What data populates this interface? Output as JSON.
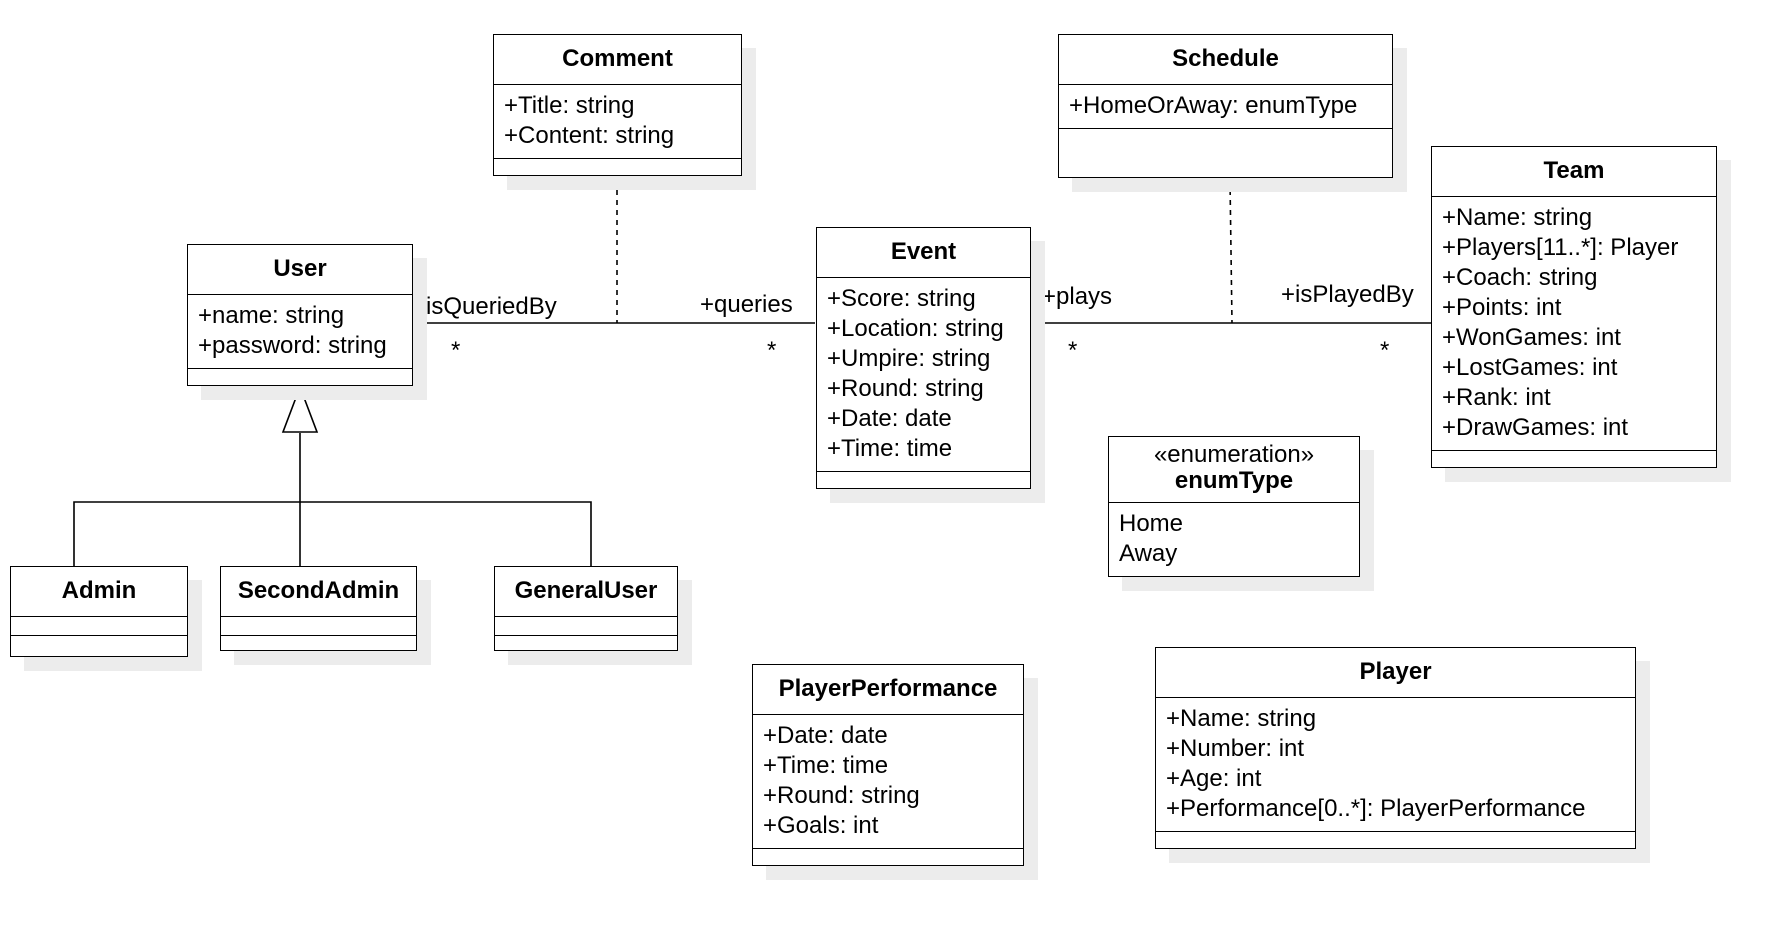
{
  "classes": {
    "comment": {
      "name": "Comment",
      "attributes": [
        "+Title: string",
        "+Content: string"
      ]
    },
    "schedule": {
      "name": "Schedule",
      "attributes": [
        "+HomeOrAway: enumType"
      ]
    },
    "user": {
      "name": "User",
      "attributes": [
        "+name: string",
        "+password: string"
      ]
    },
    "event": {
      "name": "Event",
      "attributes": [
        "+Score: string",
        "+Location: string",
        "+Umpire: string",
        "+Round: string",
        "+Date: date",
        "+Time: time"
      ]
    },
    "team": {
      "name": "Team",
      "attributes": [
        "+Name: string",
        "+Players[11..*]: Player",
        "+Coach: string",
        "+Points: int",
        "+WonGames: int",
        "+LostGames: int",
        "+Rank: int",
        "+DrawGames: int"
      ]
    },
    "enum_type": {
      "stereotype": "«enumeration»",
      "name": "enumType",
      "literals": [
        "Home",
        "Away"
      ]
    },
    "admin": {
      "name": "Admin"
    },
    "second_admin": {
      "name": "SecondAdmin"
    },
    "general_user": {
      "name": "GeneralUser"
    },
    "player_performance": {
      "name": "PlayerPerformance",
      "attributes": [
        "+Date: date",
        "+Time: time",
        "+Round: string",
        "+Goals: int"
      ]
    },
    "player": {
      "name": "Player",
      "attributes": [
        "+Name: string",
        "+Number: int",
        "+Age: int",
        "+Performance[0..*]: PlayerPerformance"
      ]
    }
  },
  "associations": {
    "user_event": {
      "user_role": "+isQueriedBy",
      "user_multiplicity": "*",
      "event_role": "+queries",
      "event_multiplicity": "*"
    },
    "event_team": {
      "event_role": "+plays",
      "event_multiplicity": "*",
      "team_role": "+isPlayedBy",
      "team_multiplicity": "*"
    }
  }
}
